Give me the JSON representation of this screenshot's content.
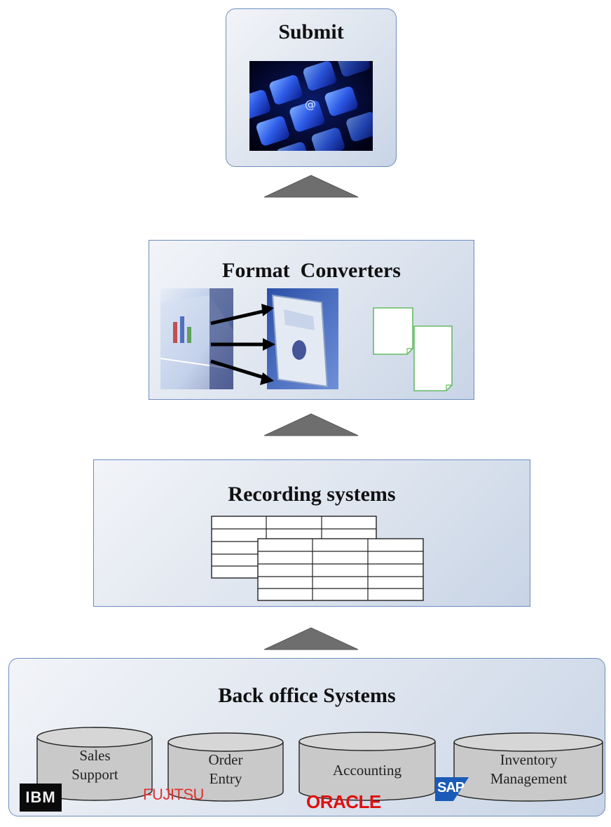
{
  "submit": {
    "title": "Submit"
  },
  "converters": {
    "title": "Format  Converters"
  },
  "recording": {
    "title": "Recording systems"
  },
  "backoffice": {
    "title": "Back office Systems",
    "systems": [
      {
        "label_line1": "Sales",
        "label_line2": "Support"
      },
      {
        "label_line1": "Order",
        "label_line2": "Entry"
      },
      {
        "label_line1": "Accounting",
        "label_line2": ""
      },
      {
        "label_line1": "Inventory",
        "label_line2": "Management"
      }
    ],
    "logos": {
      "ibm": "IBM",
      "fujitsu": "FUJITSU",
      "oracle": "ORACLE",
      "sap": "SAP"
    }
  },
  "colors": {
    "box_border": "#6c8ebf",
    "arrow": "#6e6e6e",
    "cylinder": "#c9c9c9",
    "doc_border": "#66bb66"
  }
}
